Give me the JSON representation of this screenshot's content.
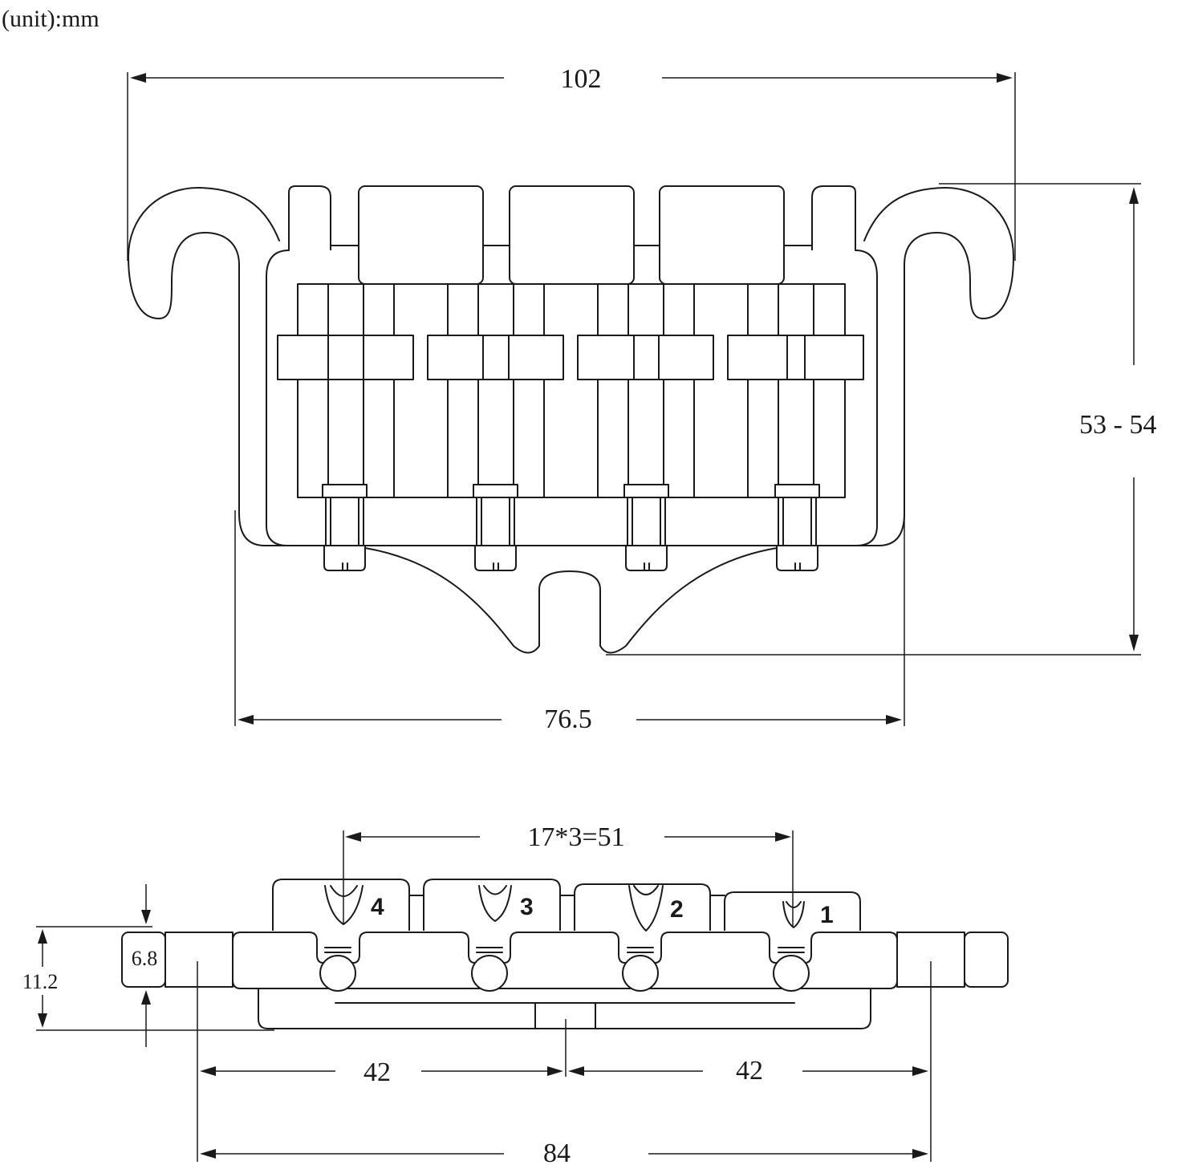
{
  "unit_note": "(unit):mm",
  "top_view": {
    "width_overall": "102",
    "width_base": "76.5",
    "height_range": "53 - 54"
  },
  "side_view": {
    "string_spacing": "17*3=51",
    "height_total": "11.2",
    "height_rail": "6.8",
    "half_left": "42",
    "half_right": "42",
    "mount_span": "84",
    "saddle_numbers": [
      "4",
      "3",
      "2",
      "1"
    ]
  }
}
